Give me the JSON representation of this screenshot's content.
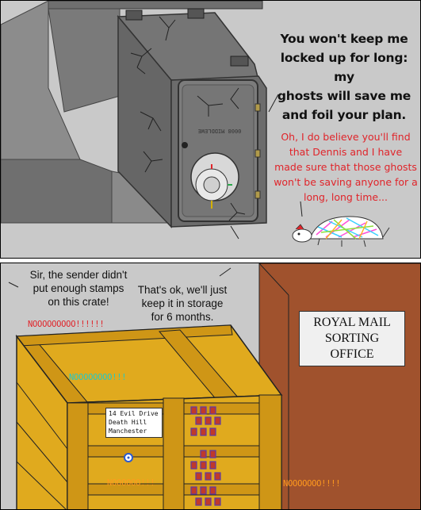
{
  "panel1": {
    "villain_speech": [
      "You won't keep me",
      "locked up for long: my",
      "ghosts will save me",
      "and foil your plan."
    ],
    "safe_brand": "0008 MIDDLEWE",
    "tortoise_speech": [
      "Oh, I do believe you'll find",
      "that Dennis and I have",
      "made sure that those ghosts",
      "won't be saving anyone for a",
      "long, long time..."
    ]
  },
  "panel2": {
    "clerk1_speech": [
      "Sir, the sender didn't",
      "put enough stamps",
      "on this crate!"
    ],
    "clerk2_speech": [
      "That's ok, we'll just",
      "keep it in storage",
      "for 6 months."
    ],
    "cries": [
      "NOOOOOOOOO!!!!!!",
      "NOOOOOOOO!!!",
      "NOOOOOO!!!",
      "NOOOOOOO!!!!"
    ],
    "crate_label": [
      "14 Evil Drive",
      "Death Hill",
      "Manchester"
    ],
    "sign": [
      "ROYAL MAIL",
      "SORTING",
      "OFFICE"
    ]
  },
  "colors": {
    "background": "#c9c9c9",
    "crate": "#e0aa1e",
    "wall": "#a0522d",
    "red_text": "#e0242a",
    "cyan_text": "#22c8c8",
    "orange_text": "#ff9a1e"
  }
}
